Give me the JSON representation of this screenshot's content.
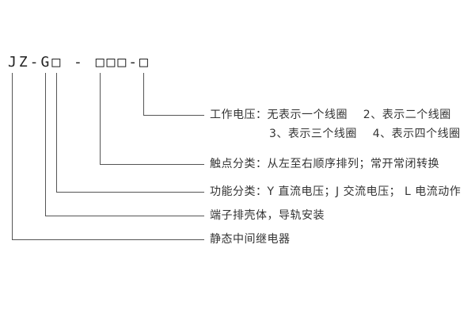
{
  "diagram": {
    "title_hint": "relay model nomenclature",
    "model_code": "JZ-G□ - □□□-□",
    "line_color": "#555555",
    "text_color": "#333333",
    "callouts": {
      "working_voltage": {
        "line1": "工作电压：无表示一个线圈    2、表示二个线圈",
        "line2": "3、表示三个线圈    4、表示四个线圈"
      },
      "contact_class": "触点分类：从左至右顺序排列；常开常闭转换",
      "function_class": "功能分类：Y 直流电压；J 交流电压； L 电流动作",
      "housing": "端子排壳体，导轨安装",
      "relay_type": "静态中间继电器"
    }
  }
}
